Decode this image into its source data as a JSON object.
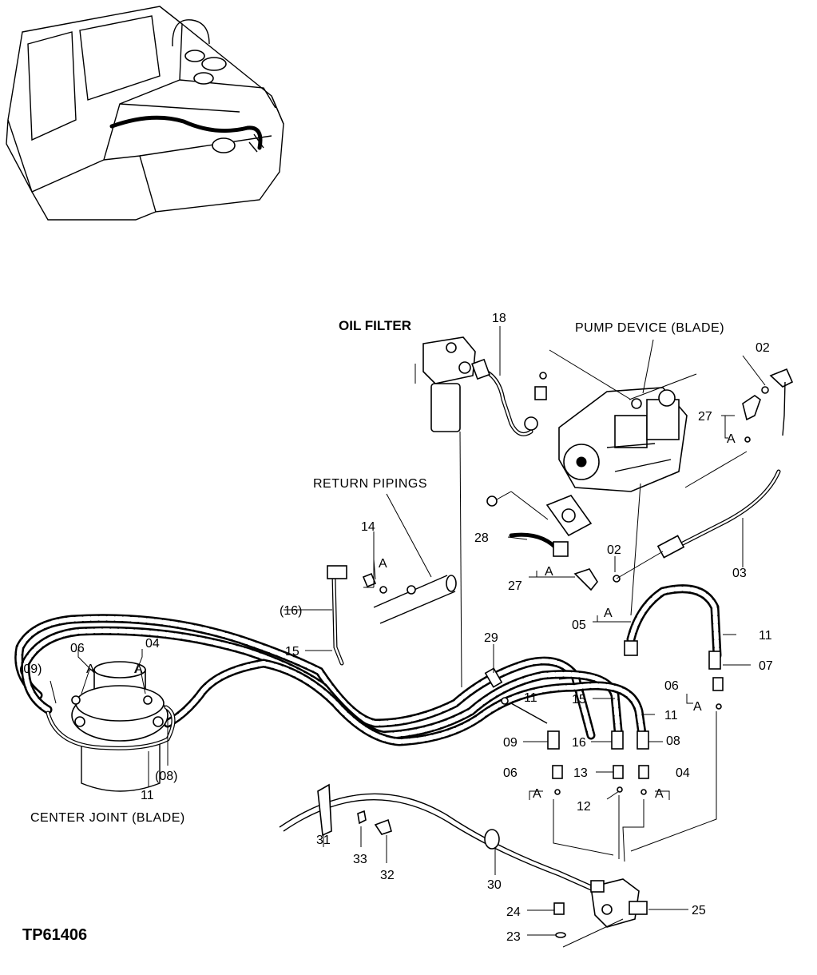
{
  "titles": {
    "oil_filter": "OIL FILTER",
    "pump_device": "PUMP DEVICE (BLADE)",
    "return_pipings": "RETURN PIPINGS",
    "center_joint": "CENTER JOINT (BLADE)"
  },
  "reference_id": "TP61406",
  "callouts": {
    "c18": "18",
    "c02a": "02",
    "c27a": "27",
    "cAa": "A",
    "c14": "14",
    "cAb": "A",
    "c28": "28",
    "c02b": "02",
    "c03": "03",
    "cAc": "A",
    "c27b": "27",
    "c16p": "(16)",
    "c15a": "15",
    "c05": "05",
    "cAd": "A",
    "c11a": "11",
    "c07": "07",
    "c06a": "06",
    "c04a": "04",
    "cAe": "A",
    "cAf": "A",
    "c09p": "(09)",
    "c29": "29",
    "c11b": "11",
    "c15b": "15",
    "c11c": "11",
    "c06b": "06",
    "cAg": "A",
    "c09": "09",
    "c16": "16",
    "c08": "08",
    "c08p": "(08)",
    "c11d": "11",
    "c06c": "06",
    "c13": "13",
    "c04b": "04",
    "cAh": "A",
    "cAi": "A",
    "c12": "12",
    "c31": "31",
    "c33": "33",
    "c32": "32",
    "c30": "30",
    "c24": "24",
    "c25": "25",
    "c23": "23"
  }
}
